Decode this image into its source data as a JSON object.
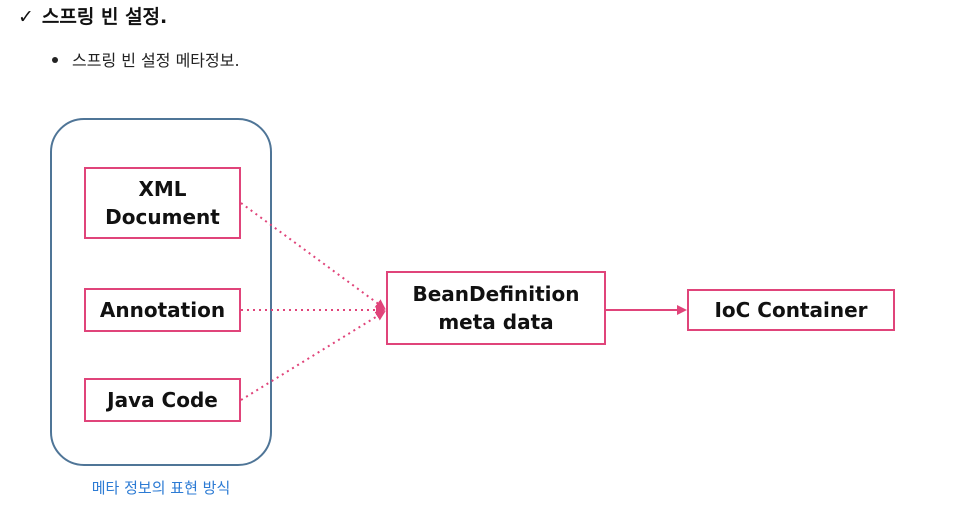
{
  "header": {
    "check_symbol": "✓",
    "title": "스프링 빈 설정."
  },
  "bullet": {
    "text": "스프링 빈 설정 메타정보."
  },
  "diagram": {
    "sources": {
      "xml_line1": "XML",
      "xml_line2": "Document",
      "annotation": "Annotation",
      "java_code": "Java Code"
    },
    "group_caption": "메타 정보의 표현 방식",
    "bean_definition_line1": "BeanDefinition",
    "bean_definition_line2": "meta data",
    "ioc_container": "IoC Container"
  },
  "colors": {
    "box_border": "#e0447a",
    "group_border": "#4f7597",
    "caption": "#2c7bd4",
    "arrow": "#e0447a"
  }
}
